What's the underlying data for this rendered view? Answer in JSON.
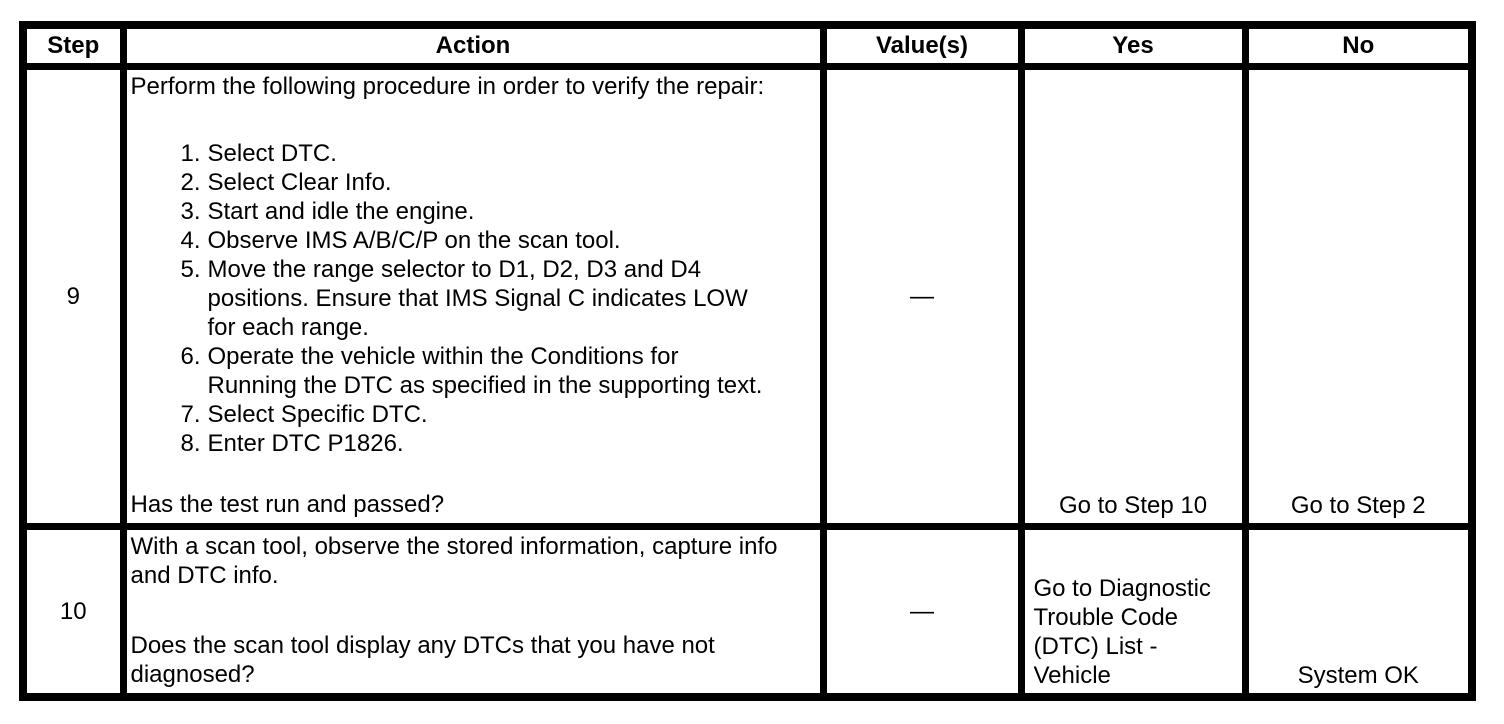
{
  "colors": {
    "text": "#000000",
    "background": "#ffffff",
    "table_border": "#000000"
  },
  "table": {
    "headers": [
      "Step",
      "Action",
      "Value(s)",
      "Yes",
      "No"
    ],
    "rows": [
      {
        "step": "9",
        "action": {
          "intro": "Perform the following procedure in order to verify the repair:",
          "list": [
            {
              "num": "1.",
              "text": "Select DTC."
            },
            {
              "num": "2.",
              "text": "Select Clear Info."
            },
            {
              "num": "3.",
              "text": "Start and idle the engine."
            },
            {
              "num": "4.",
              "text": "Observe IMS A/B/C/P on the scan tool."
            },
            {
              "num": "5.",
              "text": "Move the range selector to D1, D2, D3 and D4 positions. Ensure that IMS Signal C indicates LOW for each range."
            },
            {
              "num": "6.",
              "text": "Operate the vehicle within the Conditions for Running the DTC as specified in the supporting text."
            },
            {
              "num": "7.",
              "text": "Select Specific DTC."
            },
            {
              "num": "8.",
              "text": "Enter DTC P1826."
            }
          ],
          "question": "Has the test run and passed?"
        },
        "value": "—",
        "yes": "Go to Step 10",
        "no": "Go to Step 2"
      },
      {
        "step": "10",
        "action": {
          "para": "With a scan tool, observe the stored information, capture info and DTC info.",
          "question": "Does the scan tool display any DTCs that you have not diagnosed?"
        },
        "value": "—",
        "yes": "Go to Diagnostic Trouble Code (DTC) List - Vehicle",
        "no": "System OK"
      }
    ]
  }
}
